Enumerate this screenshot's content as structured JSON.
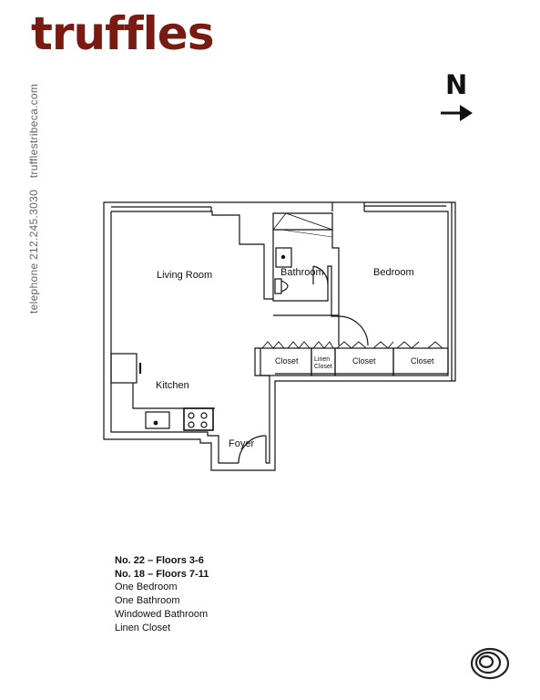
{
  "brand": {
    "name": "truffles",
    "color": "#7a1b12"
  },
  "sidebar": {
    "phone": "telephone 212.245.3030",
    "website": "trufflestribeca.com"
  },
  "compass": {
    "letter": "N",
    "icon": "arrow-right-icon"
  },
  "floorplan": {
    "rooms": {
      "living_room": "Living Room",
      "bedroom": "Bedroom",
      "bathroom": "Bathroom",
      "kitchen": "Kitchen",
      "foyer": "Foyer",
      "closet_1": "Closet",
      "linen_closet_line1": "Linen",
      "linen_closet_line2": "Closet",
      "closet_2": "Closet",
      "closet_3": "Closet"
    }
  },
  "details": {
    "unit_line1": "No. 22 – Floors 3-6",
    "unit_line2": "No. 18 – Floors 7-11",
    "features": [
      "One Bedroom",
      "One Bathroom",
      "Windowed Bathroom",
      "Linen Closet"
    ]
  },
  "emblem": {
    "icon": "swirl-logo-icon"
  }
}
